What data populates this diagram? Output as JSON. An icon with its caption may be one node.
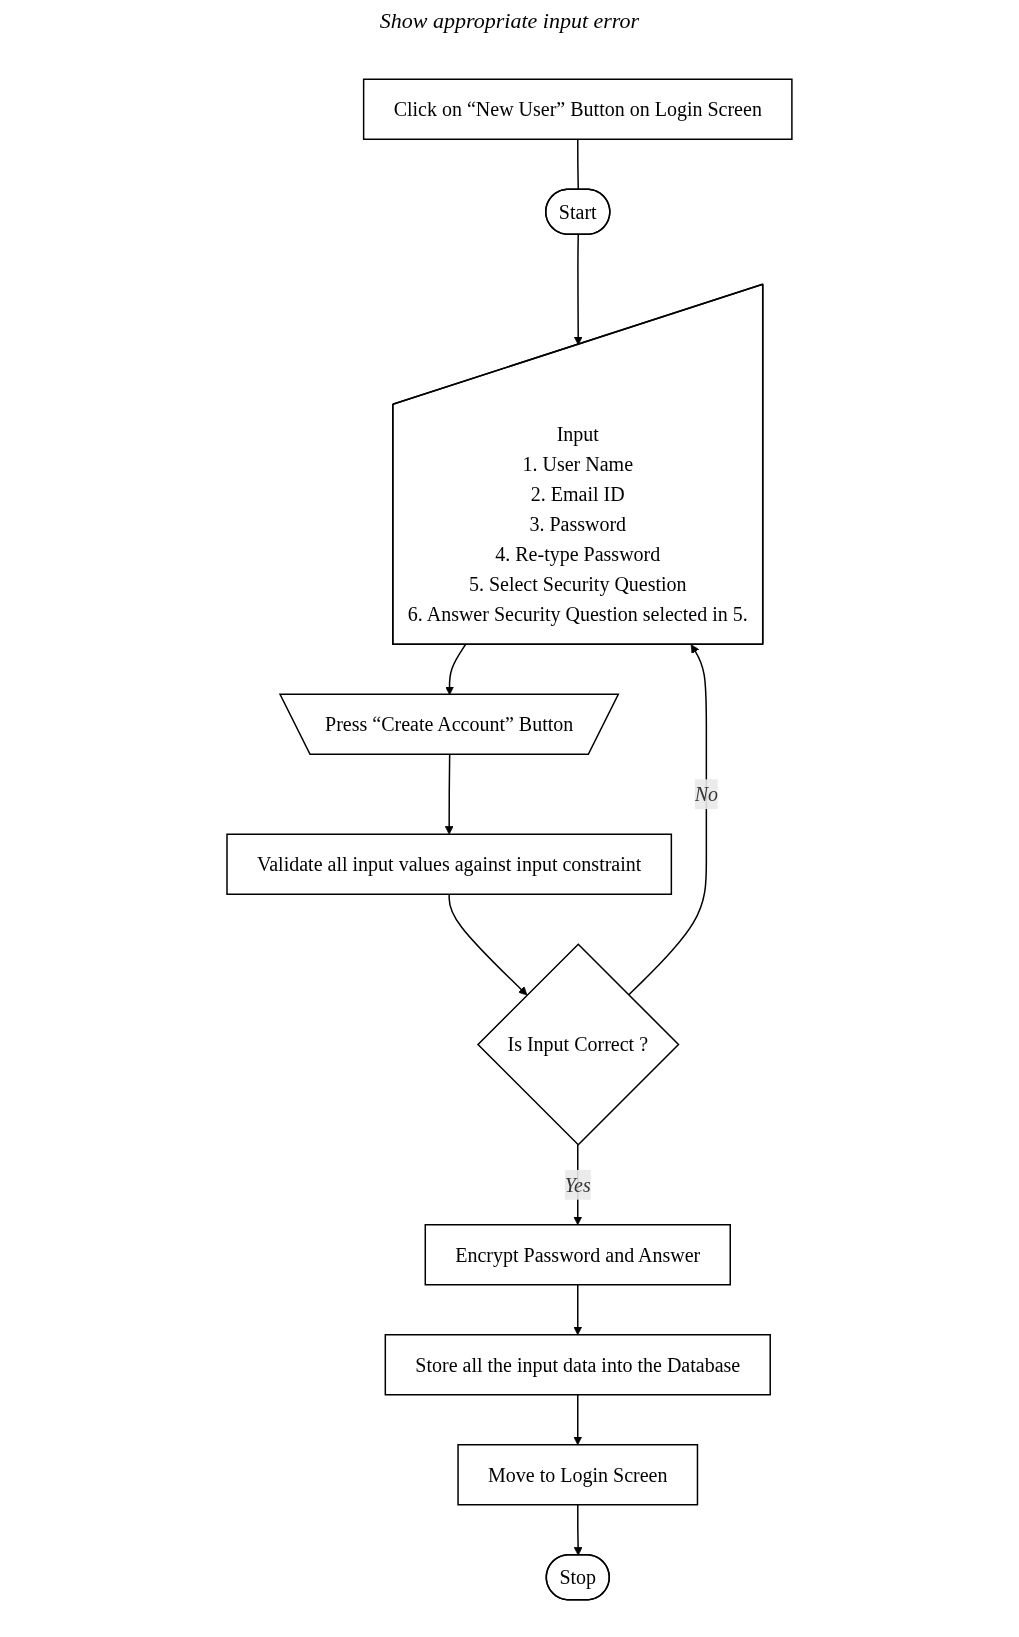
{
  "diagram": {
    "nodes": [
      {
        "text": [
          "Start"
        ]
      },
      {
        "text": [
          "Click on “New User” Button on Login Screen"
        ]
      },
      {
        "text": [
          "Input",
          "1. User Name",
          "2. Email ID",
          "3. Password",
          "4. Re-type Password",
          "5. Select Security Question",
          "6. Answer Security Question selected in 5."
        ]
      },
      {
        "text": [
          "Press “Create Account” Button"
        ]
      },
      {
        "text": [
          "Validate all input values against input constraint"
        ]
      },
      {
        "text": [
          "Is Input Correct ?"
        ]
      },
      {
        "text": [
          "Encrypt Password and Answer"
        ]
      },
      {
        "text": [
          "Store all the input data into the Database"
        ]
      },
      {
        "text": [
          "Move to Login Screen"
        ]
      },
      {
        "text": [
          "Stop"
        ]
      }
    ],
    "edges": [
      {
        "from": 1,
        "to": 0,
        "arrow": "none"
      },
      {
        "from": 0,
        "to": 2,
        "arrow": "to"
      },
      {
        "from": 2,
        "to": 3,
        "arrow": "to"
      },
      {
        "from": 3,
        "to": 4,
        "arrow": "to"
      },
      {
        "from": 4,
        "to": 5,
        "arrow": "to"
      },
      {
        "from": 5,
        "to": 2,
        "arrow": "to",
        "label": "No"
      },
      {
        "from": 5,
        "to": 6,
        "arrow": "to",
        "label": "Yes"
      },
      {
        "from": 6,
        "to": 7,
        "arrow": "to"
      },
      {
        "from": 7,
        "to": 8,
        "arrow": "to"
      },
      {
        "from": 8,
        "to": 9,
        "arrow": "to"
      }
    ],
    "labels": [
      "Show appropriate input error"
    ]
  }
}
